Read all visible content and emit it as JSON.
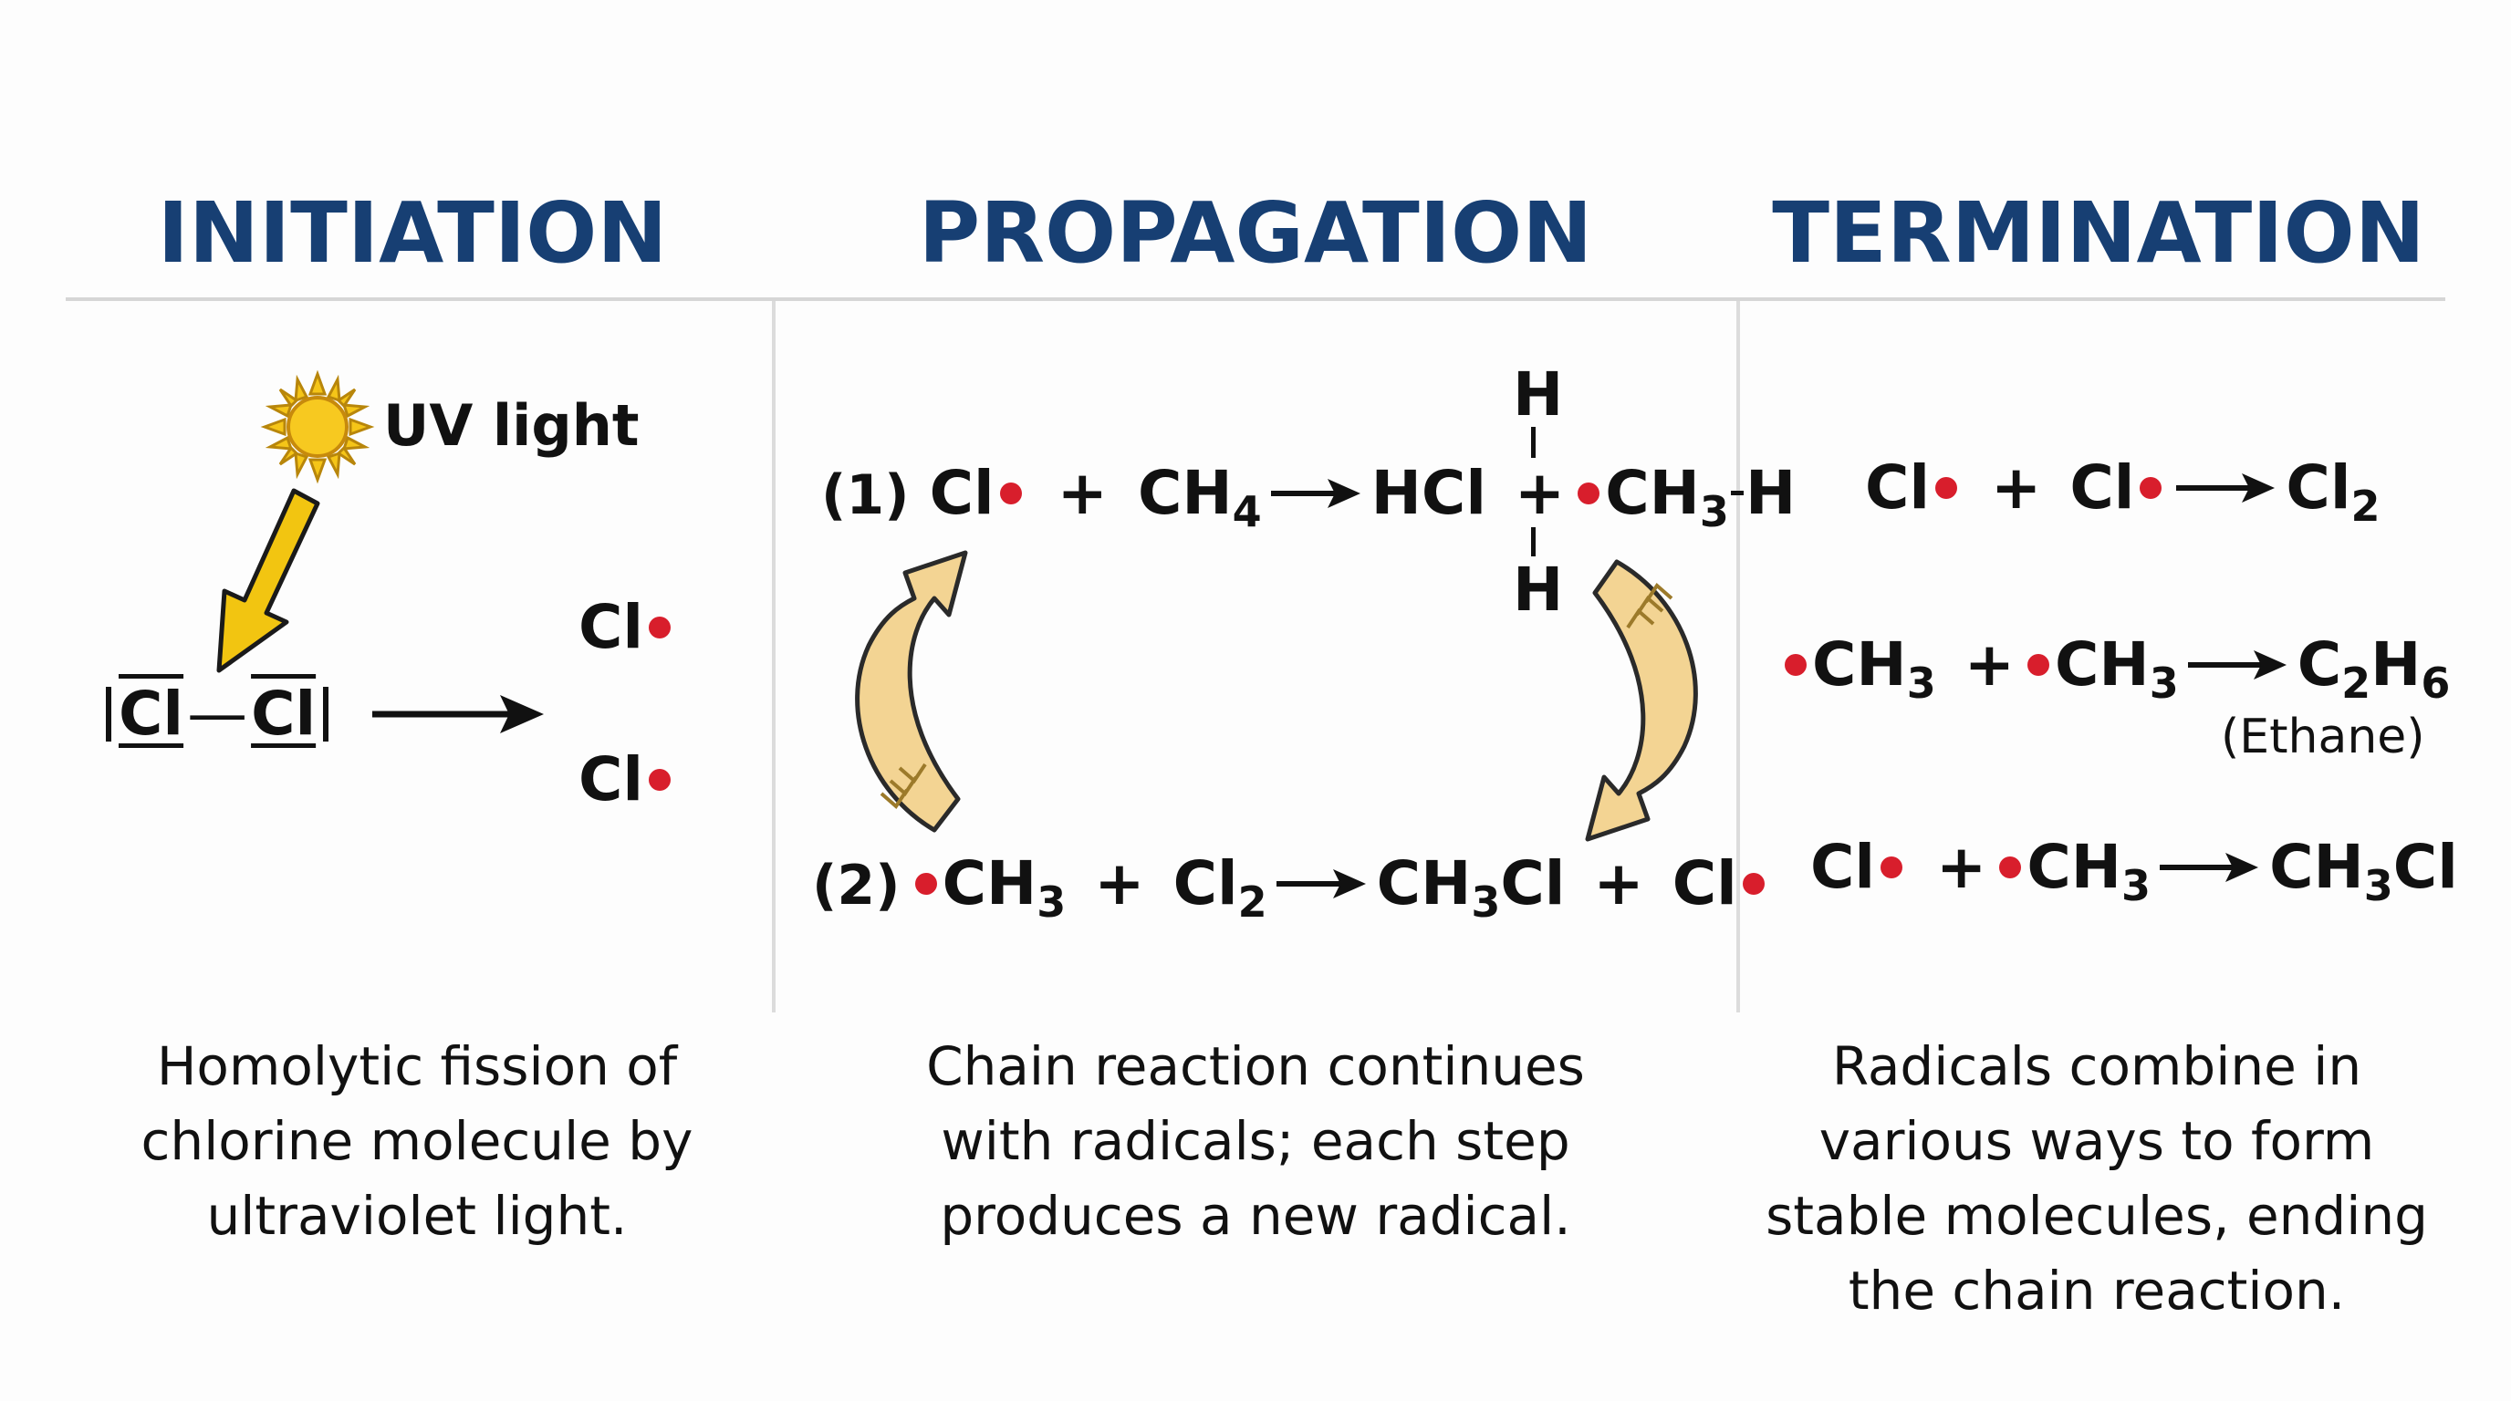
{
  "headings": {
    "initiation": "INITIATION",
    "propagation": "PROPAGATION",
    "termination": "TERMINATION"
  },
  "initiation": {
    "uv_label": "UV light",
    "cl_atom": "Cl",
    "molecule_bond": "—",
    "product_1": "Cl",
    "product_2": "Cl",
    "caption_lines": [
      "Homolytic fission of",
      "chlorine molecule by",
      "ultraviolet light."
    ]
  },
  "propagation": {
    "step1": {
      "number": "(1)",
      "reactant_1": "Cl",
      "plus_1": "+",
      "reactant_2": "CH",
      "reactant_2_sub": "4",
      "product_1": "HCl",
      "plus_2": "+",
      "product_2": "CH",
      "product_2_sub": "3",
      "product_2_tail": "H",
      "h_top": "H",
      "h_bottom": "H"
    },
    "step2": {
      "number": "(2)",
      "reactant_1": "CH",
      "reactant_1_sub": "3",
      "plus_1": "+",
      "reactant_2": "Cl",
      "reactant_2_sub": "2",
      "product_1": "CH",
      "product_1_sub": "3",
      "product_1_tail": "Cl",
      "plus_2": "+",
      "product_2": "Cl"
    },
    "caption_lines": [
      "Chain reaction continues",
      "with radicals; each step",
      "produces a new radical."
    ]
  },
  "termination": {
    "eq1": {
      "a": "Cl",
      "plus": "+",
      "b": "Cl",
      "product": "Cl",
      "product_sub": "2"
    },
    "eq2": {
      "a": "CH",
      "a_sub": "3",
      "plus": "+",
      "b": "CH",
      "b_sub": "3",
      "product_c": "C",
      "product_c_sub": "2",
      "product_h": "H",
      "product_h_sub": "6",
      "note": "(Ethane)"
    },
    "eq3": {
      "a": "Cl",
      "plus": "+",
      "b": "CH",
      "b_sub": "3",
      "product": "CH",
      "product_sub": "3",
      "product_tail": "Cl"
    },
    "caption_lines": [
      "Radicals combine in",
      "various ways to form",
      "stable molecules, ending",
      "the chain reaction."
    ]
  },
  "colors": {
    "heading": "#173f73",
    "radical_dot": "#d81e2c",
    "uv_arrow": "#f2c511",
    "sun": "#f5c518",
    "cycle_arrow": "#f3d493"
  },
  "icons": {
    "sun": "sun-icon",
    "uv_arrow": "uv-arrow-icon",
    "reaction_arrow": "reaction-arrow-icon",
    "cycle_arrow": "cycle-arrow-icon"
  }
}
